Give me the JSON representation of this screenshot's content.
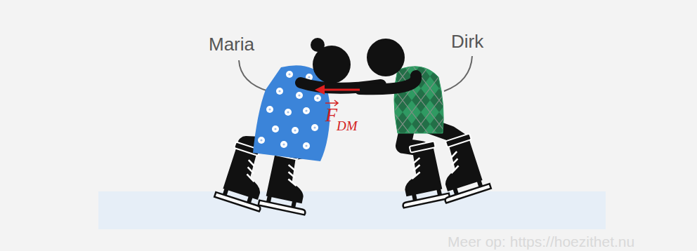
{
  "diagram": {
    "labels": [
      "Maria",
      "Dirk",
      "F",
      "DM",
      "Meer op: https://hoezithet.nu"
    ]
  }
}
